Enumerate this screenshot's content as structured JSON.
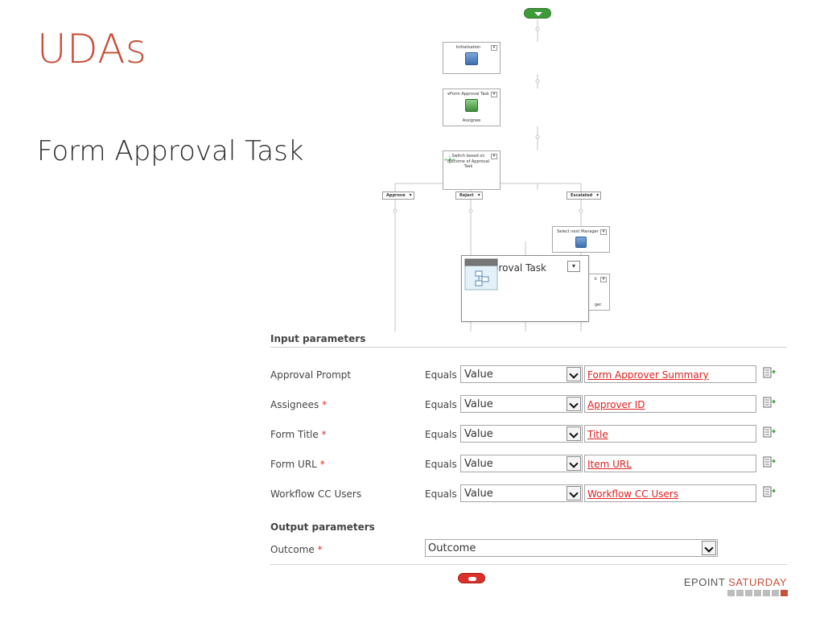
{
  "slide": {
    "title": "UDAs",
    "subtitle": "Form Approval Task"
  },
  "workflow": {
    "nodes": {
      "initialization": "Initialisation",
      "eform_title": "eForm Approval Task",
      "eform_sub": "Assignee",
      "switch": "Switch based on outcome of Approval Task",
      "select_manager": "Select next Manager",
      "hidden_sub": "ger",
      "hidden_top": "k"
    },
    "branches": [
      "Approve",
      "Reject",
      "Escalated"
    ],
    "approval_task": "Approval Task",
    "menu_glyph": "▾"
  },
  "input_parameters": {
    "heading": "Input parameters",
    "rows": [
      {
        "label": "Approval Prompt",
        "required": false,
        "operator": "Equals",
        "type": "Value",
        "value": "Form Approver Summary"
      },
      {
        "label": "Assignees",
        "required": true,
        "operator": "Equals",
        "type": "Value",
        "value": "Approver ID"
      },
      {
        "label": "Form Title",
        "required": true,
        "operator": "Equals",
        "type": "Value",
        "value": "Title"
      },
      {
        "label": "Form URL",
        "required": true,
        "operator": "Equals",
        "type": "Value",
        "value": "Item URL"
      },
      {
        "label": "Workflow CC Users",
        "required": false,
        "operator": "Equals",
        "type": "Value",
        "value": "Workflow CC Users"
      }
    ]
  },
  "output_parameters": {
    "heading": "Output parameters",
    "outcome_label": "Outcome",
    "required_mark": "*",
    "outcome_value": "Outcome"
  },
  "brand": {
    "part1": "EPOINT ",
    "part2": "SATURDAY"
  },
  "colors": {
    "accent": "#c8503b",
    "link": "#e02020",
    "start": "#3f9b3a",
    "end": "#d9302a"
  }
}
